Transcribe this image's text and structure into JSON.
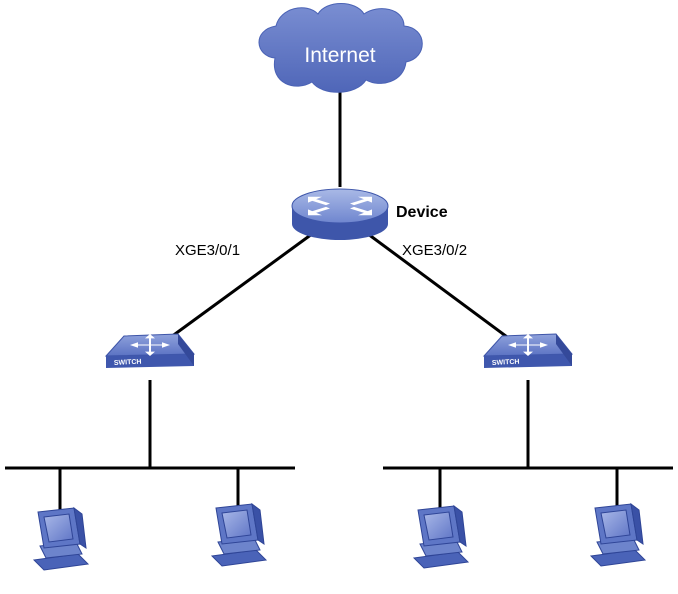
{
  "cloud": {
    "label": "Internet"
  },
  "router": {
    "label": "Device"
  },
  "links": {
    "left_port": "XGE3/0/1",
    "right_port": "XGE3/0/2"
  },
  "switches": [
    {
      "label": "SWITCH"
    },
    {
      "label": "SWITCH"
    }
  ],
  "icons": {
    "cloud": "cloud-icon",
    "router": "router-icon",
    "switch": "switch-icon",
    "host": "computer-icon"
  },
  "colors": {
    "cloud_fill": "#5f74c1",
    "device_blue": "#4a63b8",
    "device_light": "#8fa3dc",
    "line": "#000000"
  }
}
